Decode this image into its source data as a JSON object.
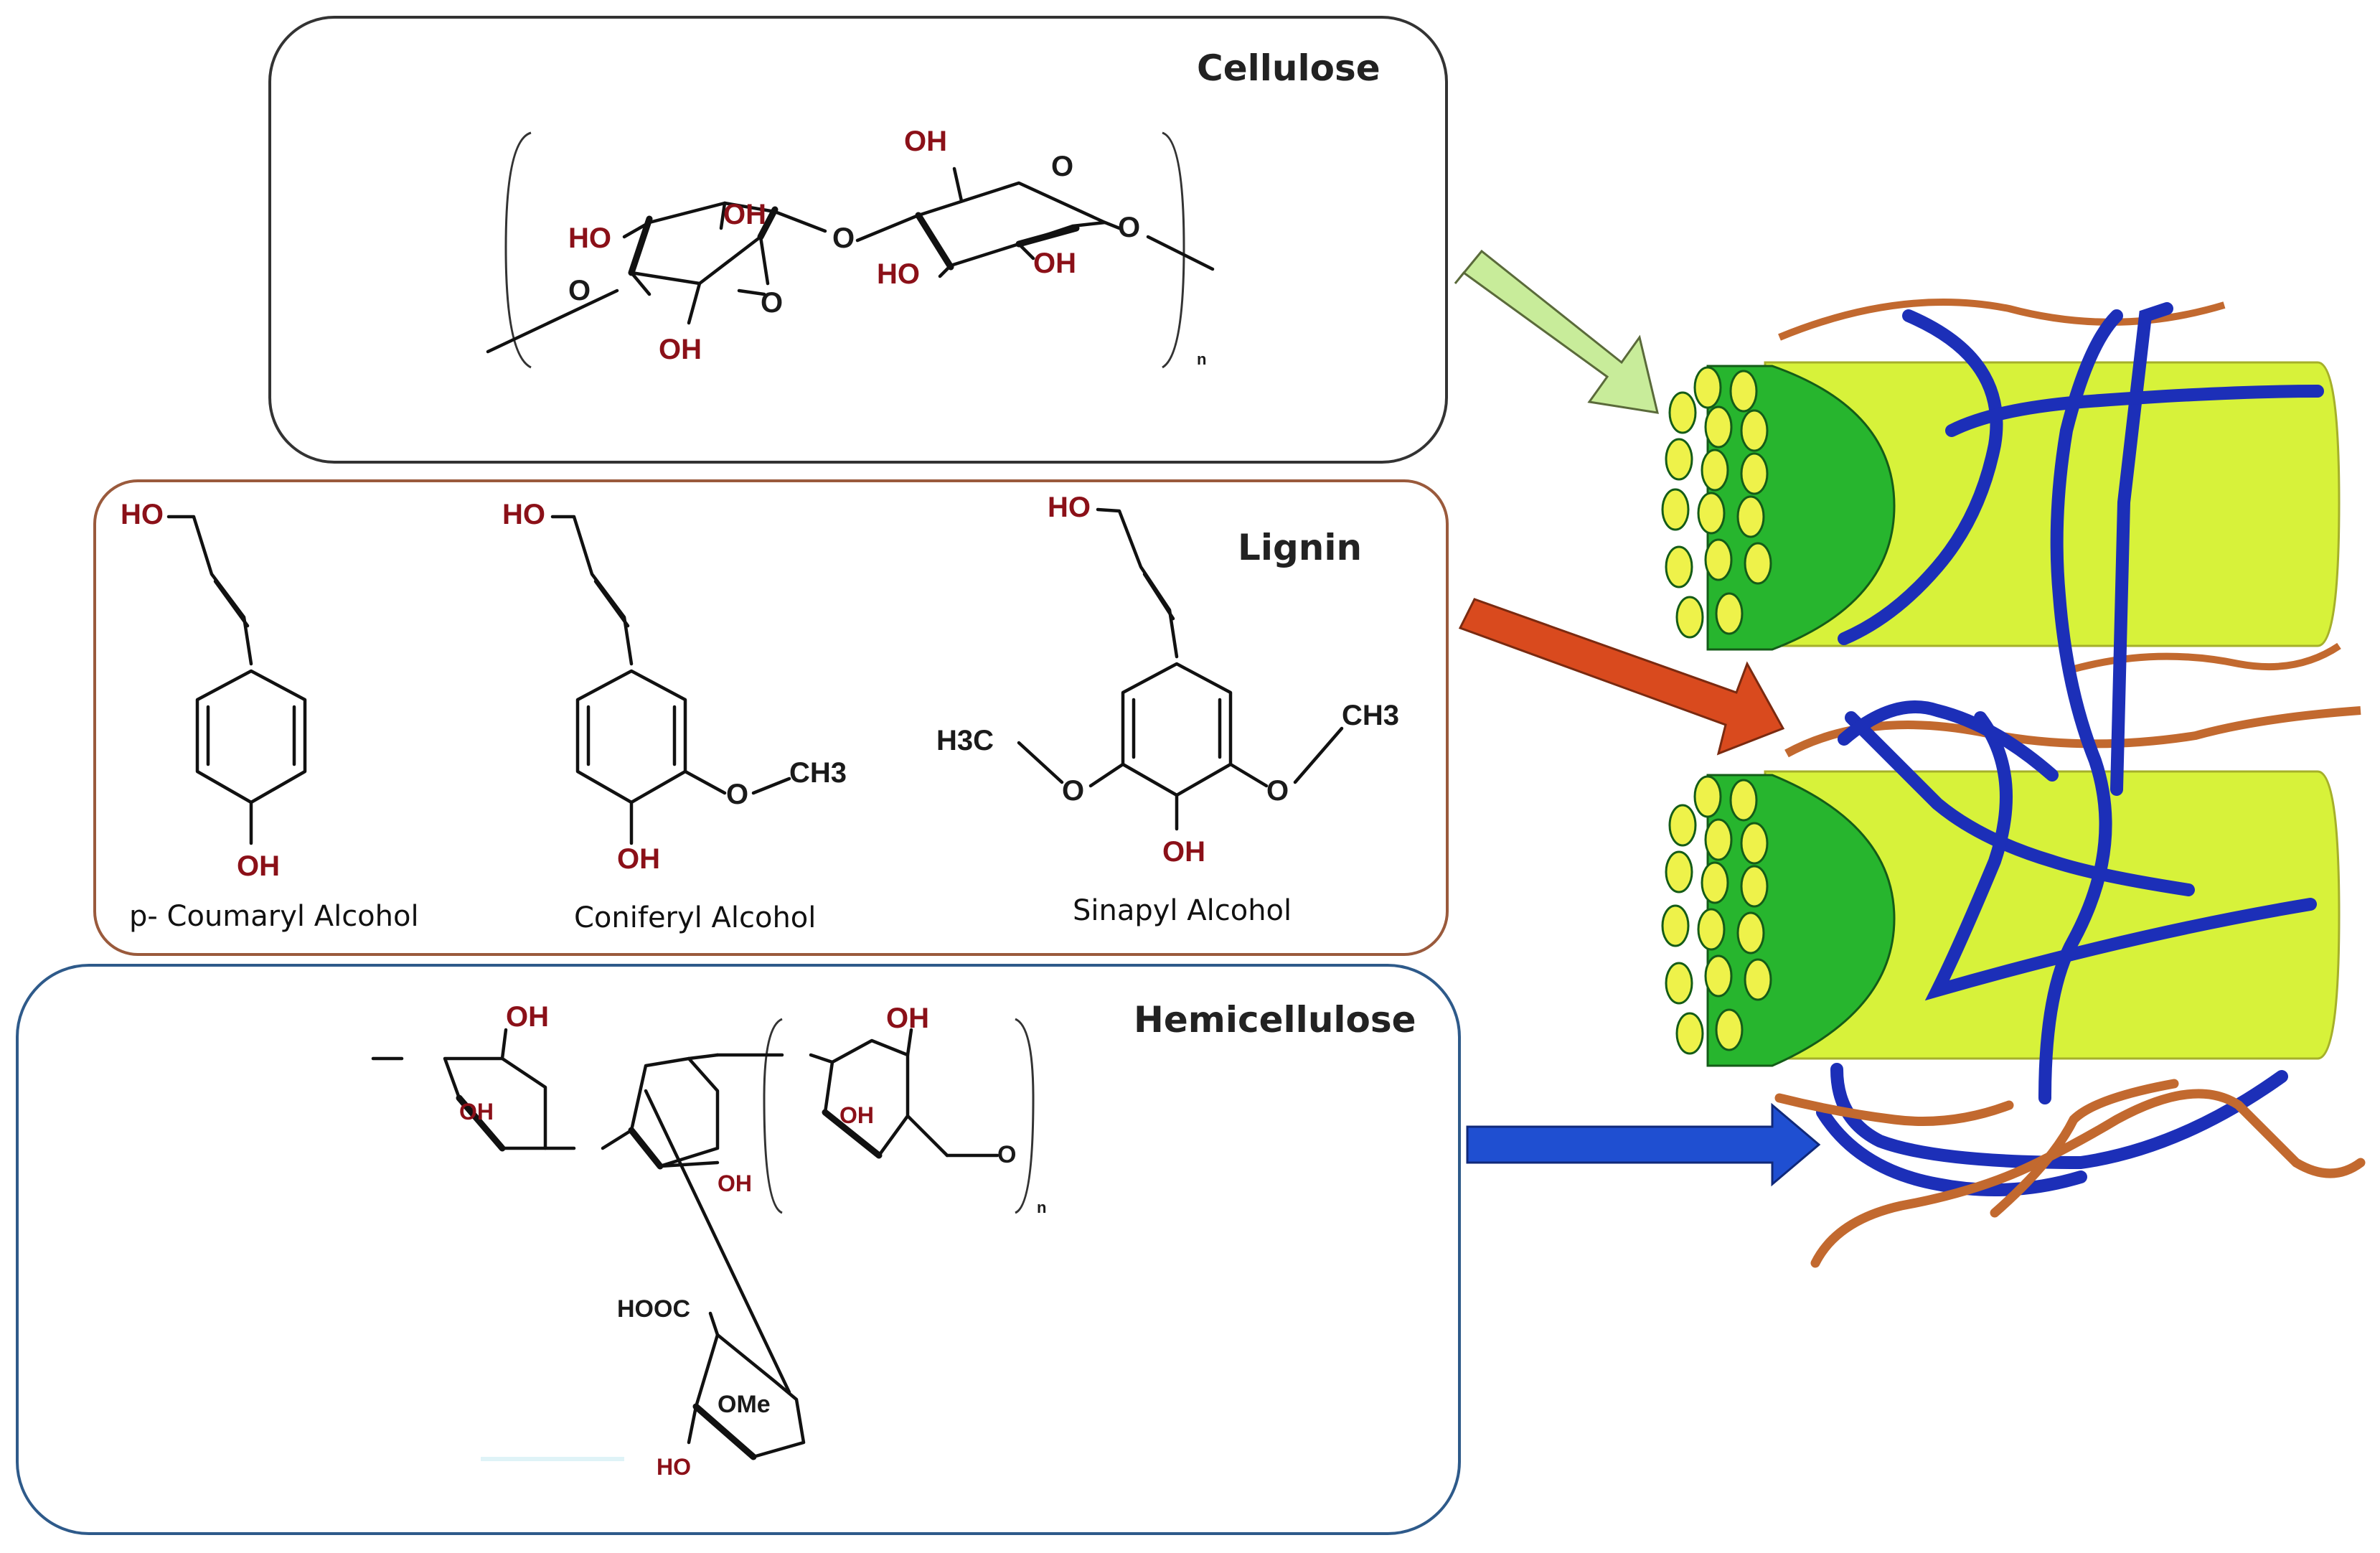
{
  "panels": {
    "cellulose": {
      "title": "Cellulose",
      "labels": {
        "oh1": "OH",
        "ho1": "HO",
        "oh2": "OH",
        "oh3": "OH",
        "ho2": "HO",
        "oh4": "OH",
        "o1": "O",
        "o2": "O",
        "o3": "O",
        "o4": "O",
        "o5": "O",
        "n": "n"
      }
    },
    "lignin": {
      "title": "Lignin",
      "monomers": [
        {
          "name": "p- Coumaryl Alcohol",
          "ho": "HO",
          "oh": "OH"
        },
        {
          "name": "Coniferyl Alcohol",
          "ho": "HO",
          "oh": "OH",
          "o": "O",
          "ch3": "CH3"
        },
        {
          "name": "Sinapyl Alcohol",
          "ho": "HO",
          "oh": "OH",
          "o1": "O",
          "o2": "O",
          "h3c": "H3C",
          "ch3": "CH3"
        }
      ]
    },
    "hemicellulose": {
      "title": "Hemicellulose",
      "labels": {
        "oh1": "OH",
        "oh2": "OH",
        "oh3": "OH",
        "oh4": "OH",
        "oh5": "OH",
        "hooc": "HOOC",
        "ome": "OMe",
        "ho": "HO",
        "o": "O",
        "n": "n"
      }
    }
  },
  "arrows": [
    {
      "name": "cellulose-arrow",
      "color": "#c8ec9a"
    },
    {
      "name": "lignin-arrow",
      "color": "#d94a1e"
    },
    {
      "name": "hemicellulose-arrow",
      "color": "#1f4fd1"
    }
  ],
  "colors": {
    "microfibril": "#d7f23a",
    "fibril_green": "#27b52e",
    "fibril_end": "#eef24a",
    "hemicellulose_strand": "#1c2fb8",
    "lignin_strand": "#c2692f",
    "cellulose_border": "#333333",
    "lignin_border": "#9a5a3c",
    "hemicellulose_border": "#2e5a8a"
  }
}
